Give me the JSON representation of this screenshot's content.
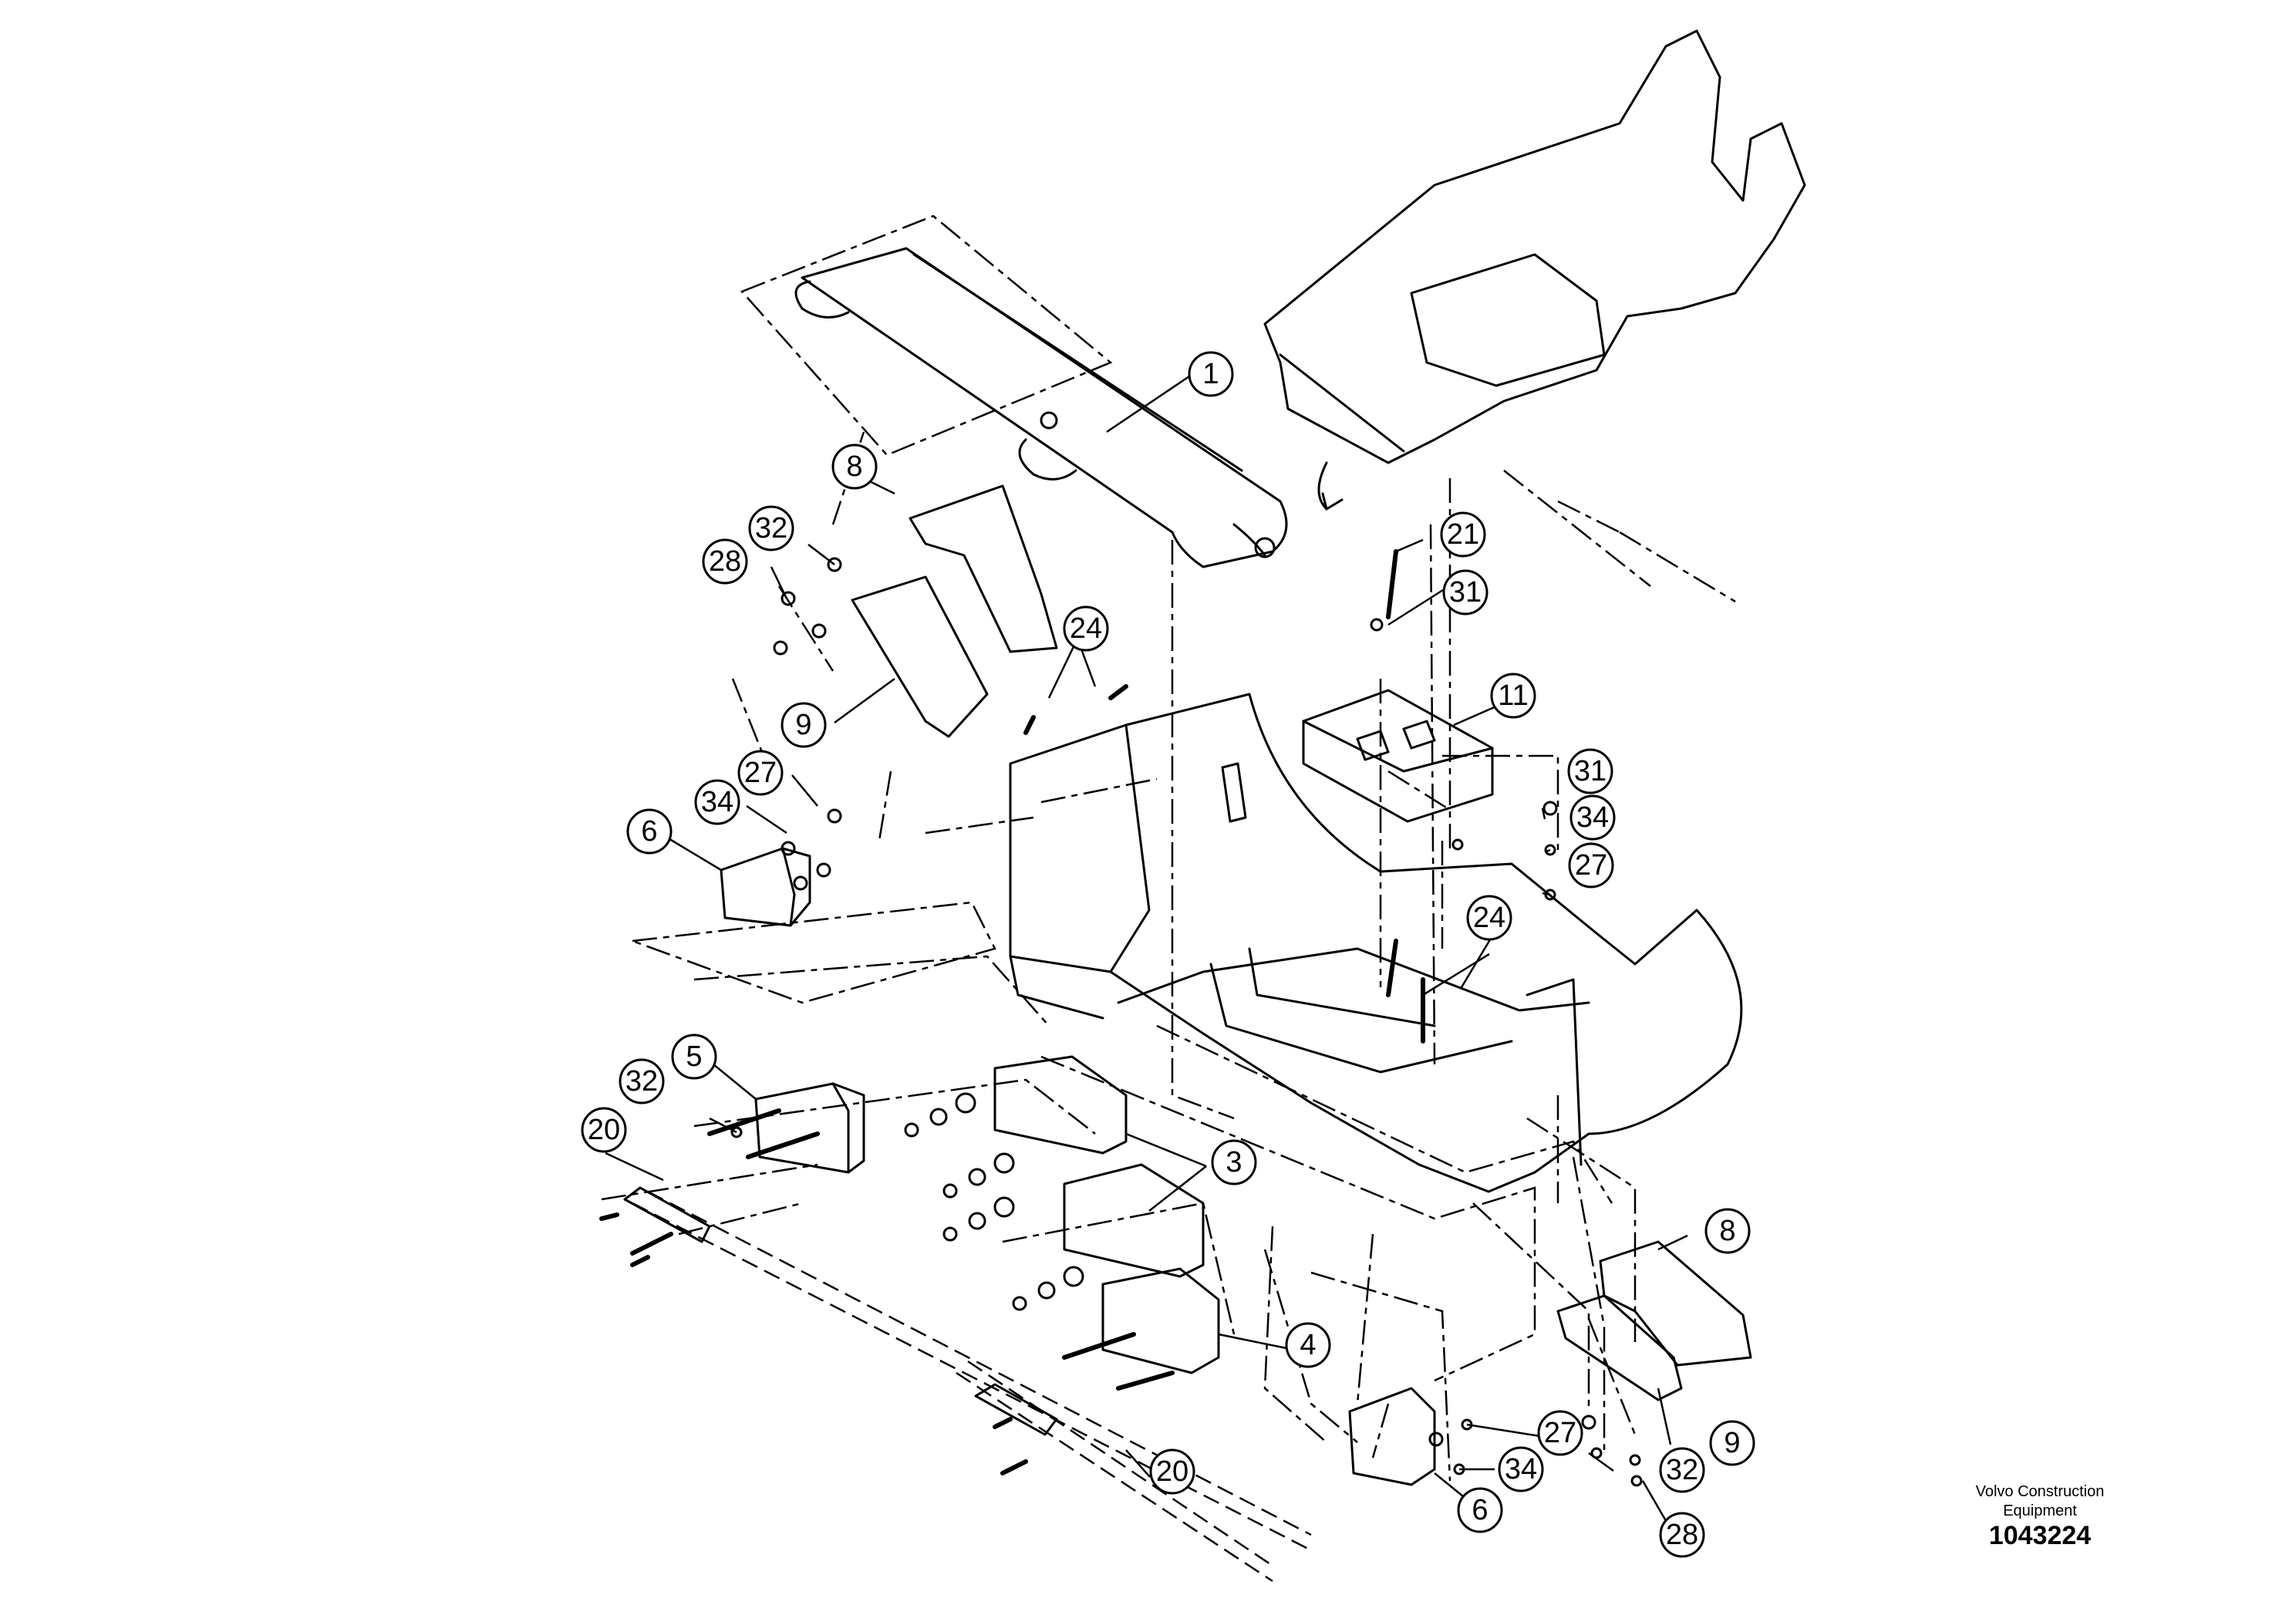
{
  "callouts": [
    "1",
    "8",
    "32",
    "28",
    "9",
    "24",
    "21",
    "31",
    "11",
    "6",
    "34",
    "27",
    "31",
    "34",
    "27",
    "24",
    "5",
    "32",
    "20",
    "3",
    "8",
    "4",
    "9",
    "27",
    "34",
    "32",
    "6",
    "20",
    "28"
  ],
  "brand": {
    "line1": "Volvo Construction",
    "line2": "Equipment"
  },
  "document_number": "1043224"
}
